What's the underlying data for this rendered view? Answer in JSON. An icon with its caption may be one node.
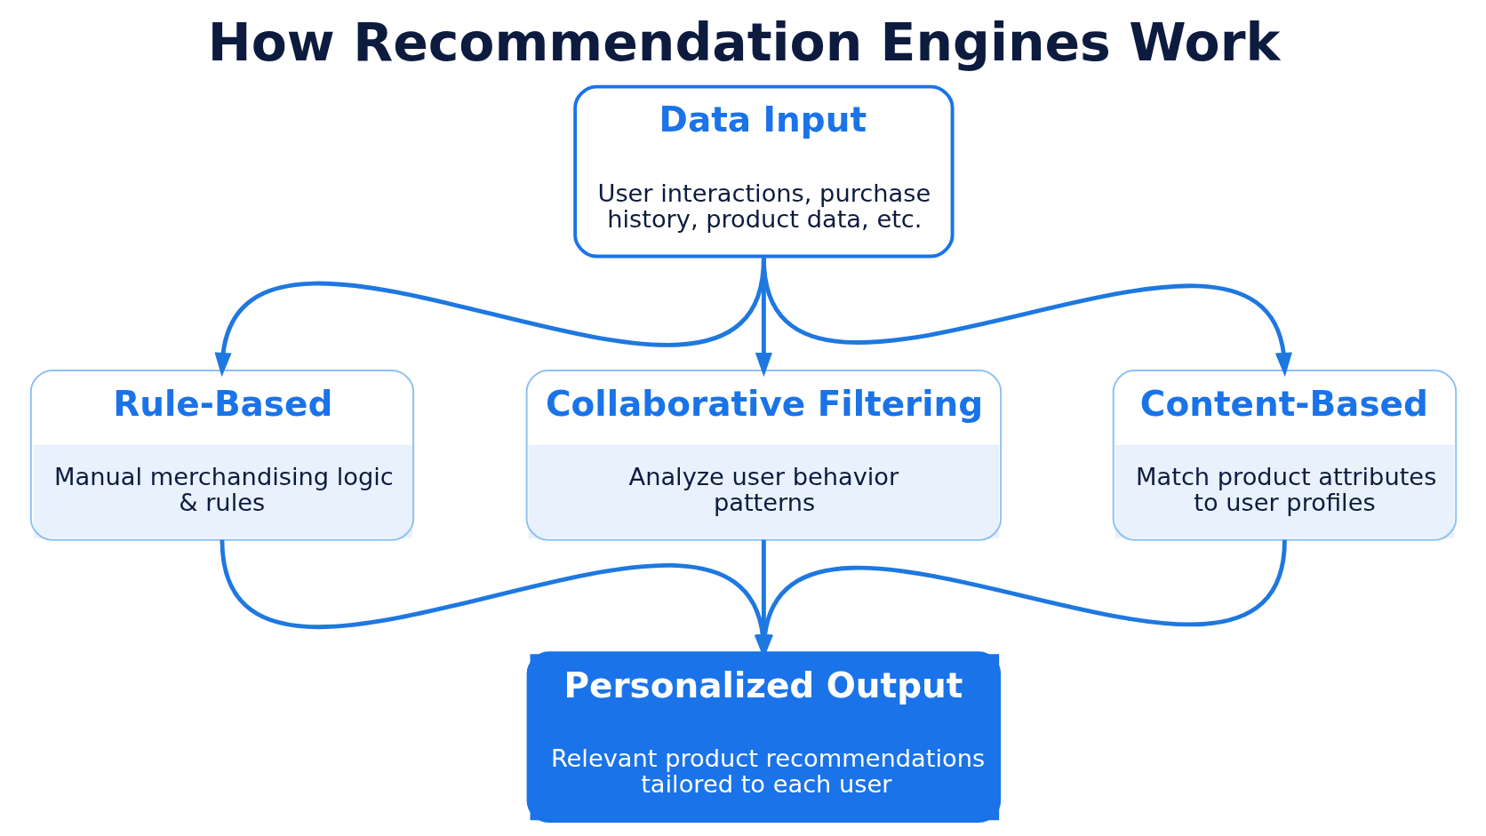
{
  "diagram": {
    "title": "How Recommendation Engines Work",
    "nodes": [
      {
        "text": [
          "Data Input",
          "User interactions, purchase history, product data, etc."
        ]
      },
      {
        "text": [
          "Rule-Based",
          "Manual merchandising logic & rules"
        ]
      },
      {
        "text": [
          "Collaborative Filtering",
          "Analyze user behavior patterns"
        ]
      },
      {
        "text": [
          "Content-Based",
          "Match product attributes to user profiles"
        ]
      },
      {
        "text": [
          "Personalized Output",
          "Relevant product recommendations tailored to each user"
        ]
      }
    ],
    "edges": [
      {
        "from": 0,
        "to": 1,
        "arrow": "to"
      },
      {
        "from": 0,
        "to": 2,
        "arrow": "to"
      },
      {
        "from": 0,
        "to": 3,
        "arrow": "to"
      },
      {
        "from": 1,
        "to": 4,
        "arrow": "to"
      },
      {
        "from": 2,
        "to": 4,
        "arrow": "to"
      },
      {
        "from": 3,
        "to": 4,
        "arrow": "to"
      }
    ]
  }
}
